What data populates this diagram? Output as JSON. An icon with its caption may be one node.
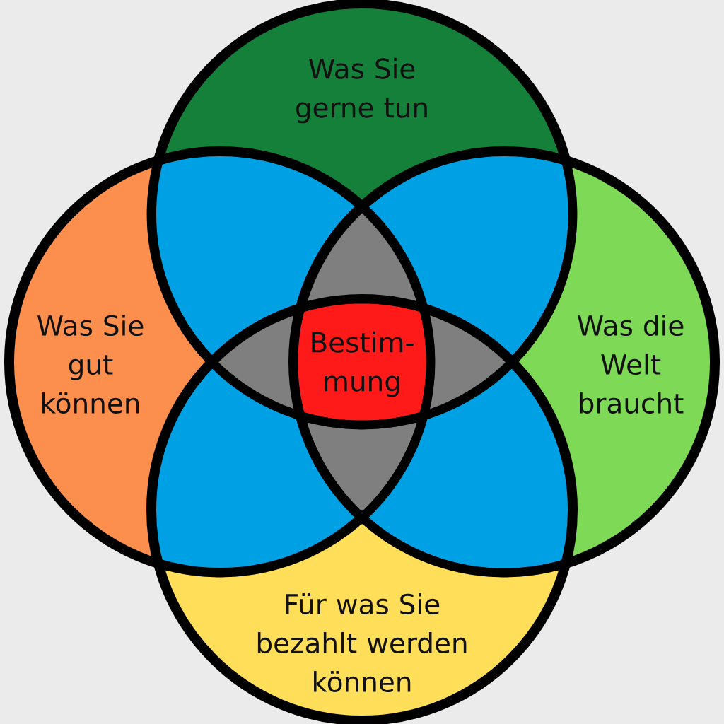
{
  "diagram": {
    "nodes": [
      {
        "text": [
          "Was Sie gerne tun"
        ]
      },
      {
        "text": [
          "Was Sie gut können"
        ]
      },
      {
        "text": [
          "Was die Welt braucht"
        ]
      },
      {
        "text": [
          "Für was Sie bezahlt werden können"
        ]
      },
      {
        "text": [
          "Bestim- mung"
        ]
      }
    ]
  }
}
